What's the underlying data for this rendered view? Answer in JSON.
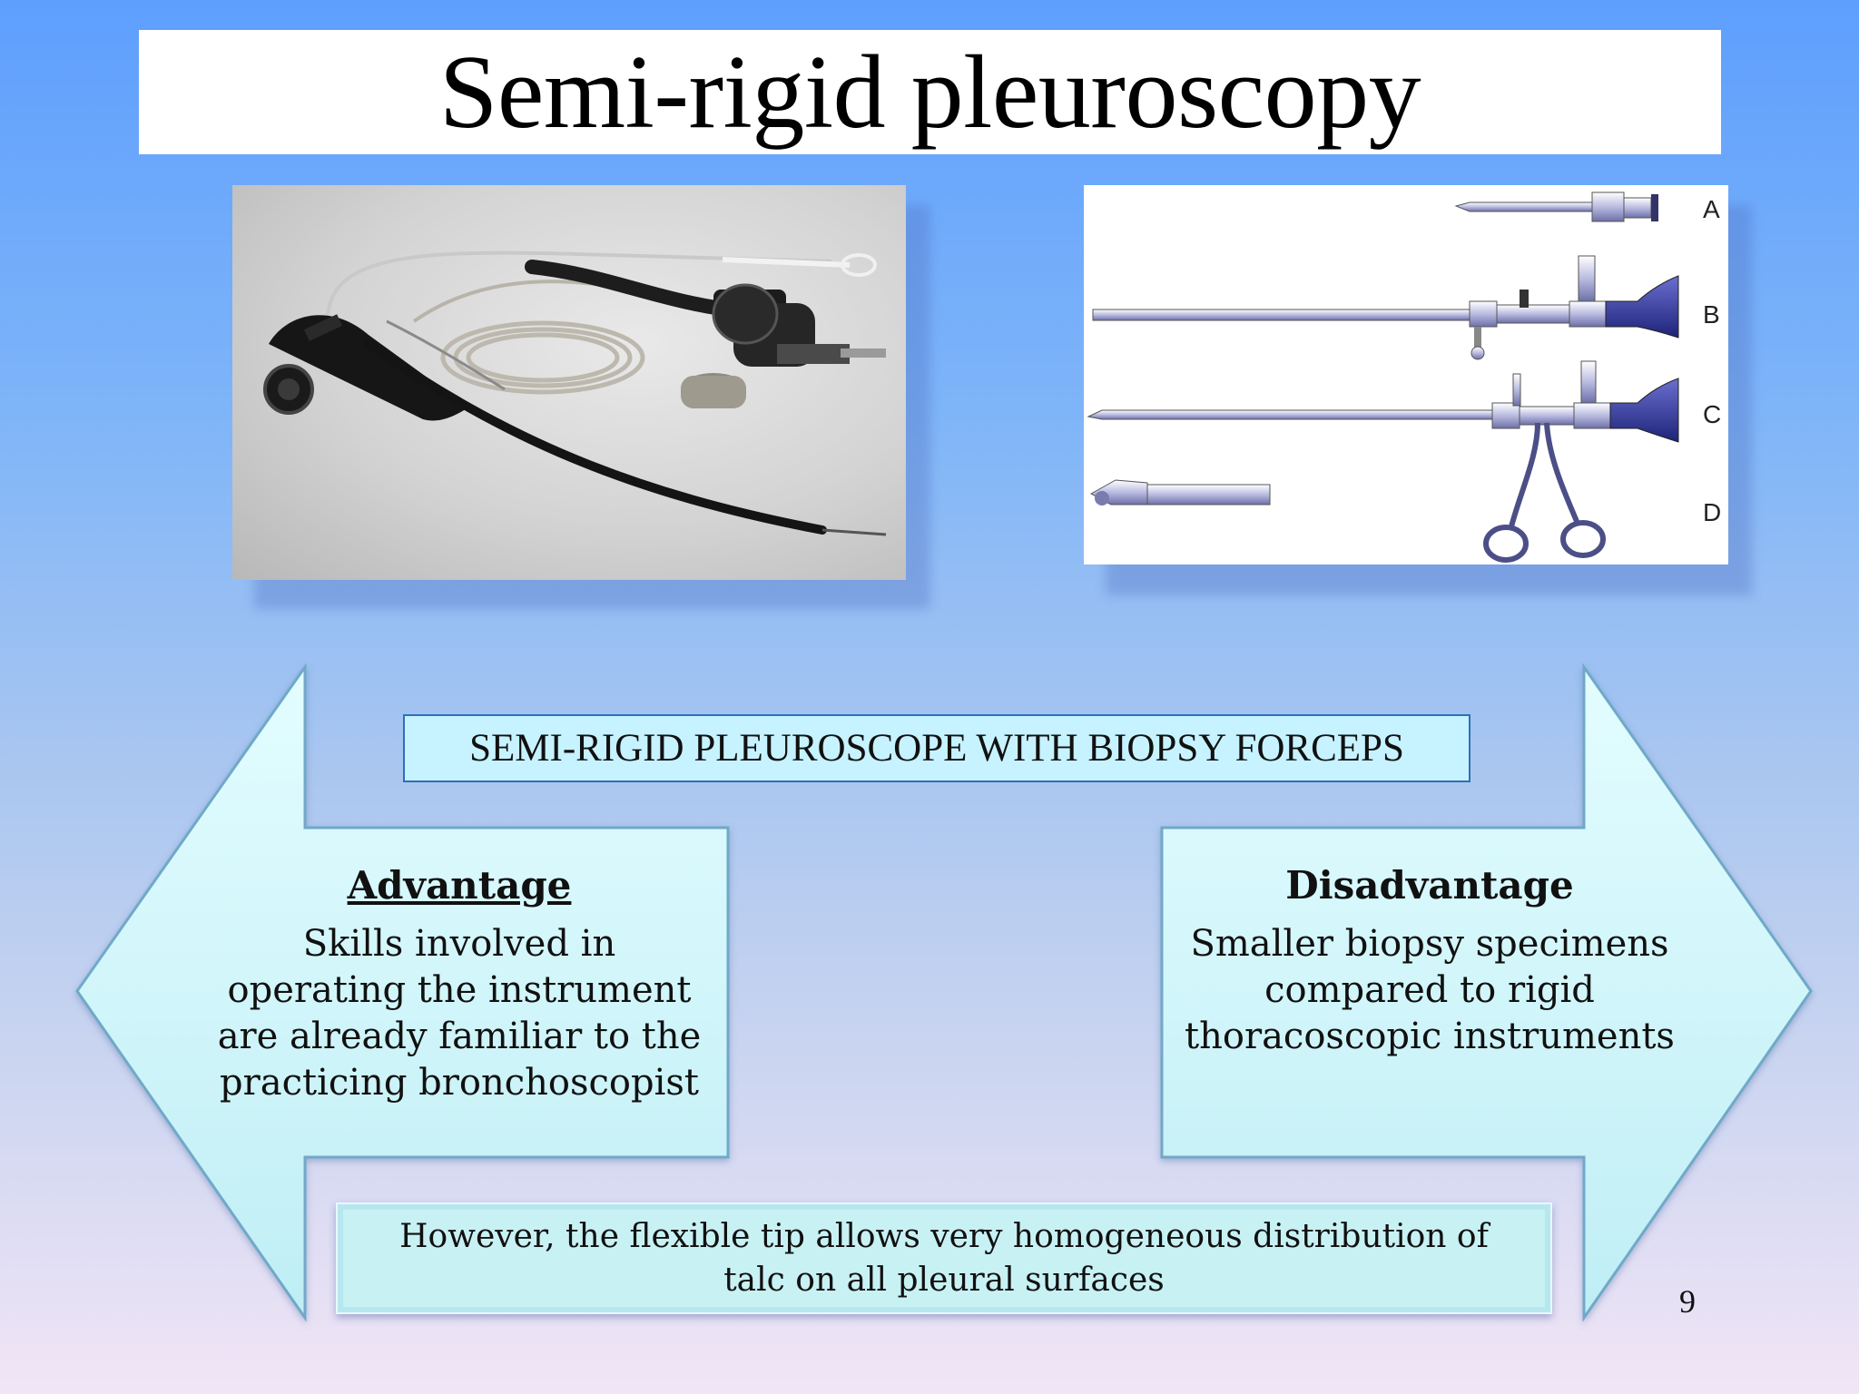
{
  "slide": {
    "title": "Semi-rigid pleuroscopy",
    "caption": "SEMI-RIGID PLEUROSCOPE WITH BIOPSY FORCEPS",
    "advantage": {
      "heading": "Advantage",
      "text": "Skills involved in operating the instrument are already familiar to the practicing bronchoscopist"
    },
    "disadvantage": {
      "heading": "Disadvantage",
      "text": "Smaller biopsy specimens compared to rigid thoracoscopic instruments"
    },
    "footer_note": "However, the flexible tip allows very homogeneous distribution of talc on all pleural surfaces",
    "page_number": "9"
  },
  "figure_labels": [
    "A",
    "B",
    "C",
    "D"
  ],
  "colors": {
    "arrow_fill": "#d6fbfd",
    "arrow_stroke": "#6fa9c8",
    "caption_border": "#2f6fb8"
  }
}
